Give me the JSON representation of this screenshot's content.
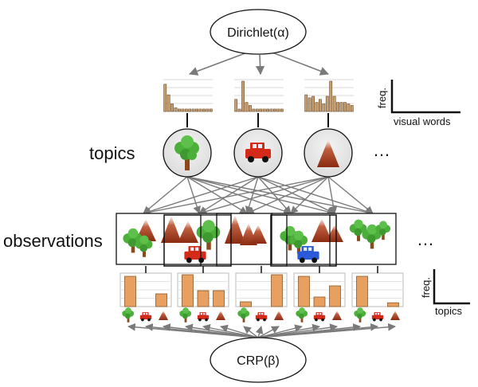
{
  "nodes": {
    "dirichlet": "Dirichlet(α)",
    "crp": "CRP(β)"
  },
  "row_labels": {
    "topics": "topics",
    "observations": "observations"
  },
  "ellipsis": "…",
  "legend_top": {
    "y_label": "freq.",
    "x_label": "visual words"
  },
  "legend_bottom": {
    "y_label": "freq.",
    "x_label": "topics"
  },
  "topics": [
    {
      "icon": "tree-icon",
      "word_freqs": [
        0.9,
        0.55,
        0.25,
        0.12,
        0.08,
        0.08,
        0.08,
        0.08,
        0.08,
        0.08,
        0.08,
        0.08,
        0.08,
        0.08
      ]
    },
    {
      "icon": "car-icon",
      "word_freqs": [
        0.4,
        0.08,
        1.0,
        0.3,
        0.2,
        0.08,
        0.08,
        0.08,
        0.08,
        0.08,
        0.08,
        0.08,
        0.08,
        0.08
      ]
    },
    {
      "icon": "mountain-icon",
      "word_freqs": [
        0.55,
        0.45,
        0.5,
        0.3,
        0.4,
        0.25,
        0.5,
        1.0,
        0.5,
        0.3,
        0.3,
        0.3,
        0.25,
        0.2
      ]
    }
  ],
  "observations": [
    {
      "topic_freqs": [
        0.95,
        0.0,
        0.4
      ]
    },
    {
      "topic_freqs": [
        1.0,
        0.5,
        0.5
      ]
    },
    {
      "topic_freqs": [
        0.15,
        0.0,
        1.0
      ]
    },
    {
      "topic_freqs": [
        0.95,
        0.3,
        0.65
      ]
    },
    {
      "topic_freqs": [
        0.95,
        0.0,
        0.12
      ]
    }
  ],
  "colors": {
    "bar_fill": "#e8a060",
    "bar_stroke": "#8a5a2a",
    "arrow": "#7a7a7a",
    "topic_fill": "#e6e6e6",
    "tree_green": "#4caf3a",
    "tree_trunk": "#8b4a1e",
    "car_red": "#d42a1a",
    "car_blue": "#2a5ad8",
    "mountain": "#9a3a1e"
  }
}
